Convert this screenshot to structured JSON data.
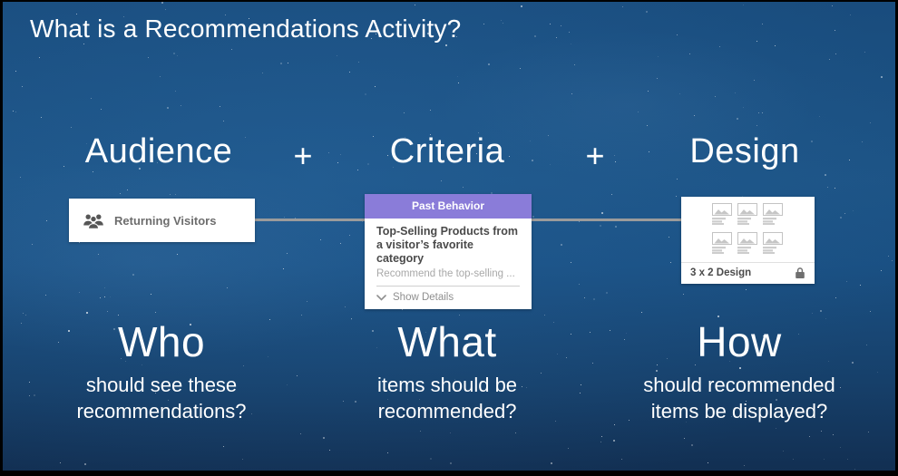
{
  "page": {
    "title": "What is a Recommendations Activity?"
  },
  "equation": {
    "plus": "+"
  },
  "columns": [
    {
      "heading": "Audience",
      "card": {
        "icon": "audience-group-icon",
        "label": "Returning Visitors"
      },
      "question": {
        "word": "Who",
        "caption": "should see these recommendations?"
      }
    },
    {
      "heading": "Criteria",
      "card": {
        "header": "Past Behavior",
        "title": "Top-Selling Products from a visitor’s favorite category",
        "subtitle": "Recommend the top-selling ...",
        "action_label": "Show Details",
        "action_icon": "chevron-down-icon"
      },
      "question": {
        "word": "What",
        "caption": "items should be recommended?"
      }
    },
    {
      "heading": "Design",
      "card": {
        "label": "3 x 2 Design",
        "icon": "lock-icon",
        "thumbnail_rows": 2,
        "thumbnail_cols": 3
      },
      "question": {
        "word": "How",
        "caption": "should recommended items be displayed?"
      }
    }
  ],
  "colors": {
    "criteria_header_purple": "#8a7cd9",
    "connector_gray": "#9b9b9b"
  }
}
